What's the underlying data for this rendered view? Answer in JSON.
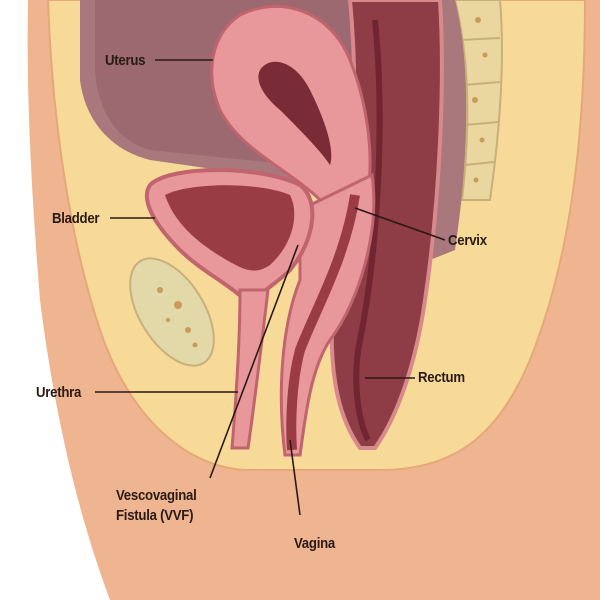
{
  "labels": {
    "uterus": "Uterus",
    "bladder": "Bladder",
    "cervix": "Cervix",
    "urethra": "Urethra",
    "rectum": "Rectum",
    "vvf_line1": "Vescovaginal",
    "vvf_line2": "Fistula (VVF)",
    "vagina": "Vagina"
  },
  "colors": {
    "skin": "#efb591",
    "fat": "#f7da98",
    "cavity": "#a8787c",
    "uterus": "#e8979a",
    "rectum": "#8e3c46",
    "bladder": "#9a3c44"
  }
}
